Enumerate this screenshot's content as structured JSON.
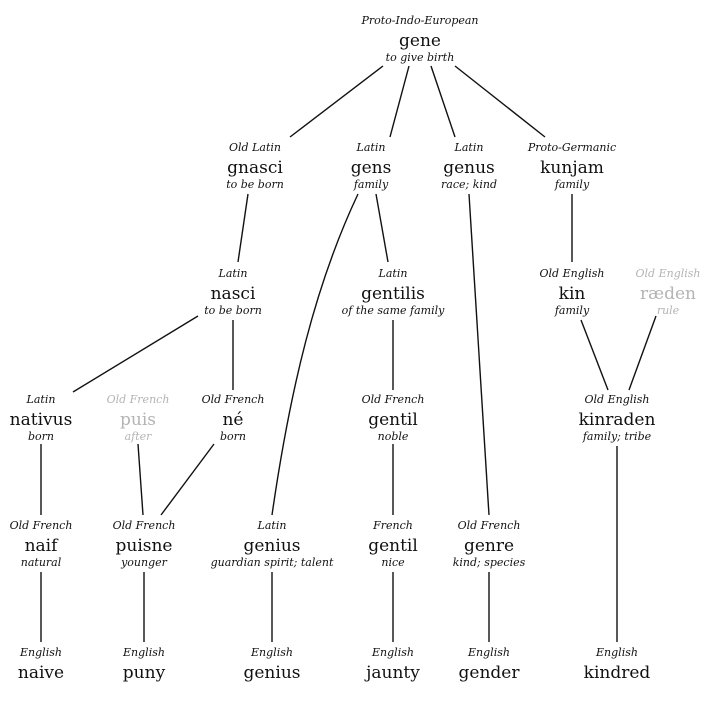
{
  "nodes": [
    {
      "id": "gene",
      "lang": "Proto-Indo-European",
      "word": "gene",
      "gloss": "to give birth",
      "faded": false
    },
    {
      "id": "gnasci",
      "lang": "Old Latin",
      "word": "gnasci",
      "gloss": "to be born",
      "faded": false
    },
    {
      "id": "gens",
      "lang": "Latin",
      "word": "gens",
      "gloss": "family",
      "faded": false
    },
    {
      "id": "genus",
      "lang": "Latin",
      "word": "genus",
      "gloss": "race; kind",
      "faded": false
    },
    {
      "id": "kunjam",
      "lang": "Proto-Germanic",
      "word": "kunjam",
      "gloss": "family",
      "faded": false
    },
    {
      "id": "nasci",
      "lang": "Latin",
      "word": "nasci",
      "gloss": "to be born",
      "faded": false
    },
    {
      "id": "gentilis",
      "lang": "Latin",
      "word": "gentilis",
      "gloss": "of the same family",
      "faded": false
    },
    {
      "id": "kin",
      "lang": "Old English",
      "word": "kin",
      "gloss": "family",
      "faded": false
    },
    {
      "id": "raeden",
      "lang": "Old English",
      "word": "ræden",
      "gloss": "rule",
      "faded": true
    },
    {
      "id": "nativus",
      "lang": "Latin",
      "word": "nativus",
      "gloss": "born",
      "faded": false
    },
    {
      "id": "puis",
      "lang": "Old French",
      "word": "puis",
      "gloss": "after",
      "faded": true
    },
    {
      "id": "ne",
      "lang": "Old French",
      "word": "né",
      "gloss": "born",
      "faded": false
    },
    {
      "id": "gentil_of",
      "lang": "Old French",
      "word": "gentil",
      "gloss": "noble",
      "faded": false
    },
    {
      "id": "kinraden",
      "lang": "Old English",
      "word": "kinraden",
      "gloss": "family; tribe",
      "faded": false
    },
    {
      "id": "naif",
      "lang": "Old French",
      "word": "naif",
      "gloss": "natural",
      "faded": false
    },
    {
      "id": "puisne",
      "lang": "Old French",
      "word": "puisne",
      "gloss": "younger",
      "faded": false
    },
    {
      "id": "genius_la",
      "lang": "Latin",
      "word": "genius",
      "gloss": "guardian spirit; talent",
      "faded": false
    },
    {
      "id": "gentil_fr",
      "lang": "French",
      "word": "gentil",
      "gloss": "nice",
      "faded": false
    },
    {
      "id": "genre",
      "lang": "Old French",
      "word": "genre",
      "gloss": "kind; species",
      "faded": false
    },
    {
      "id": "naive",
      "lang": "English",
      "word": "naive",
      "gloss": "",
      "faded": false
    },
    {
      "id": "puny",
      "lang": "English",
      "word": "puny",
      "gloss": "",
      "faded": false
    },
    {
      "id": "genius_en",
      "lang": "English",
      "word": "genius",
      "gloss": "",
      "faded": false
    },
    {
      "id": "jaunty",
      "lang": "English",
      "word": "jaunty",
      "gloss": "",
      "faded": false
    },
    {
      "id": "gender",
      "lang": "English",
      "word": "gender",
      "gloss": "",
      "faded": false
    },
    {
      "id": "kindred",
      "lang": "English",
      "word": "kindred",
      "gloss": "",
      "faded": false
    }
  ],
  "edges": [
    {
      "from": "gene",
      "to": "gnasci"
    },
    {
      "from": "gene",
      "to": "gens"
    },
    {
      "from": "gene",
      "to": "genus"
    },
    {
      "from": "gene",
      "to": "kunjam"
    },
    {
      "from": "gnasci",
      "to": "nasci"
    },
    {
      "from": "gens",
      "to": "gentilis"
    },
    {
      "from": "gens",
      "to": "genius_la"
    },
    {
      "from": "genus",
      "to": "genre"
    },
    {
      "from": "kunjam",
      "to": "kin"
    },
    {
      "from": "nasci",
      "to": "nativus"
    },
    {
      "from": "nasci",
      "to": "ne"
    },
    {
      "from": "gentilis",
      "to": "gentil_of"
    },
    {
      "from": "kin",
      "to": "kinraden"
    },
    {
      "from": "raeden",
      "to": "kinraden"
    },
    {
      "from": "nativus",
      "to": "naif"
    },
    {
      "from": "puis",
      "to": "puisne"
    },
    {
      "from": "ne",
      "to": "puisne"
    },
    {
      "from": "gentil_of",
      "to": "gentil_fr"
    },
    {
      "from": "kinraden",
      "to": "kindred"
    },
    {
      "from": "naif",
      "to": "naive"
    },
    {
      "from": "puisne",
      "to": "puny"
    },
    {
      "from": "genius_la",
      "to": "genius_en"
    },
    {
      "from": "gentil_fr",
      "to": "jaunty"
    },
    {
      "from": "genre",
      "to": "gender"
    }
  ]
}
